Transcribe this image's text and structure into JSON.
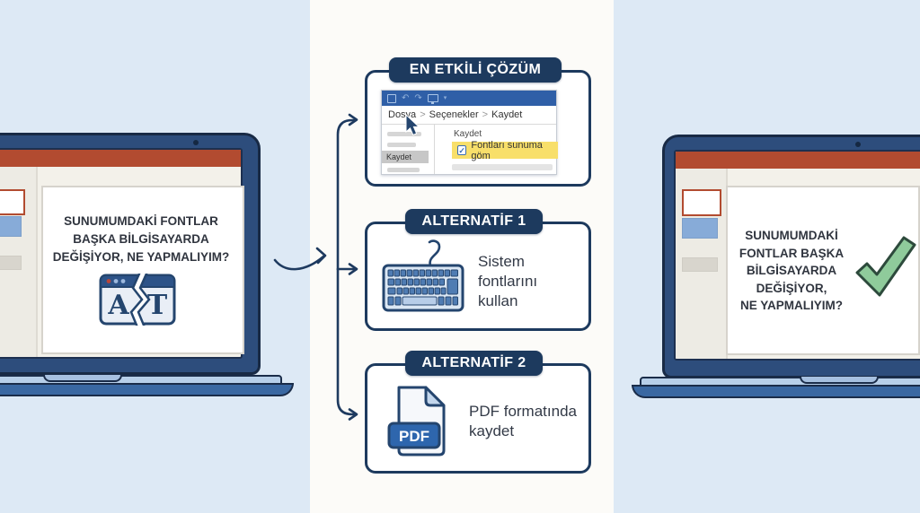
{
  "icons": {
    "checkbox_check": "✓",
    "undo": "↶",
    "redo": "↷",
    "caret": "▾",
    "breadcrumb_separator": ">"
  },
  "left_laptop": {
    "slide_lines": [
      "SUNUMUMDAKİ FONTLAR",
      "BAŞKA BİLGİSAYARDA",
      "DEĞİŞİYOR, NE YAPMALIYIM?"
    ],
    "broken_icon": {
      "left_letter": "A",
      "right_letter": "T"
    }
  },
  "solutions": {
    "best": {
      "label": "EN ETKİLİ ÇÖZÜM",
      "window": {
        "breadcrumb": [
          "Dosya",
          "Seçenekler",
          "Kaydet"
        ],
        "sidebar_selected": "Kaydet",
        "panel_title": "Kaydet",
        "checkbox_label": "Fontları sunuma göm",
        "checkbox_checked": true
      }
    },
    "alt1": {
      "label": "ALTERNATİF 1",
      "text": "Sistem fontlarını kullan"
    },
    "alt2": {
      "label": "ALTERNATİF 2",
      "text": "PDF formatında kaydet",
      "badge": "PDF"
    }
  },
  "right_laptop": {
    "slide_lines": [
      "SUNUMUMDAKİ",
      "FONTLAR BAŞKA",
      "BİLGİSAYARDA",
      "DEĞİŞİYOR,",
      "NE YAPMALIYIM?"
    ]
  },
  "colors": {
    "navy": "#1d3a5e",
    "laptop_blue": "#2d4d7c",
    "titlebar_orange": "#b24b30",
    "mini_titlebar_blue": "#2f5fa7",
    "highlight_yellow": "#f8df6a",
    "check_green": "#8fcb9b",
    "background_side": "#dde9f5",
    "background_middle": "#fcfbf8"
  }
}
